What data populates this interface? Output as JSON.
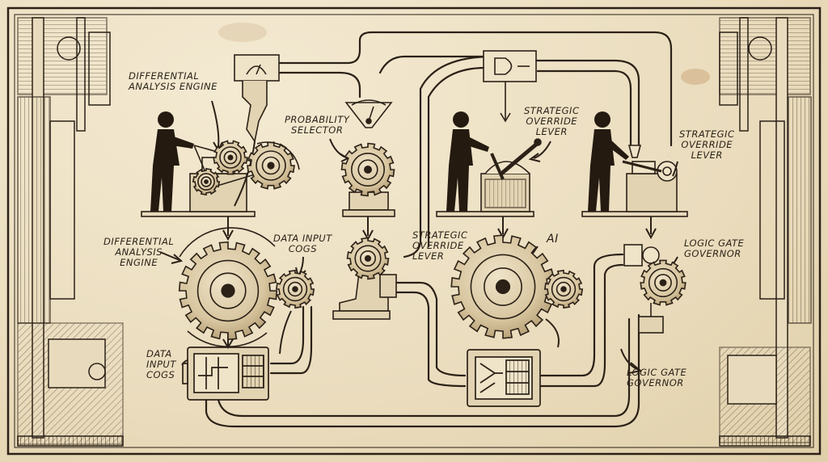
{
  "colors": {
    "paper": "#efe3c8",
    "ink": "#2b2117",
    "ink_light": "#5a4a36"
  },
  "labels": {
    "differential_top": [
      "DIFFERENTIAL",
      "ANALYSIS ENGINE"
    ],
    "probability": [
      "PROBABILITY",
      "SELECTOR"
    ],
    "strategic_center": [
      "STRATEGIC",
      "OVERRIDE",
      "LEVER"
    ],
    "strategic_right": [
      "STRATEGIC",
      "OVERRIDE",
      "LEVER"
    ],
    "differential_mid": [
      "DIFFERENTIAL",
      "ANALYSIS",
      "ENGINE"
    ],
    "data_input_mid": [
      "DATA INPUT",
      "COGS"
    ],
    "strategic_mid": [
      "STRATEGIC",
      "OVERRIDE",
      "LEVER"
    ],
    "ai": "AI",
    "logic_gate_right": [
      "LOGIC GATE",
      "GOVERNOR"
    ],
    "data_input_left": [
      "DATA",
      "INPUT",
      "COGS"
    ],
    "logic_gate_bottom": [
      "LOGIC GATE",
      "GOVERNOR"
    ]
  }
}
